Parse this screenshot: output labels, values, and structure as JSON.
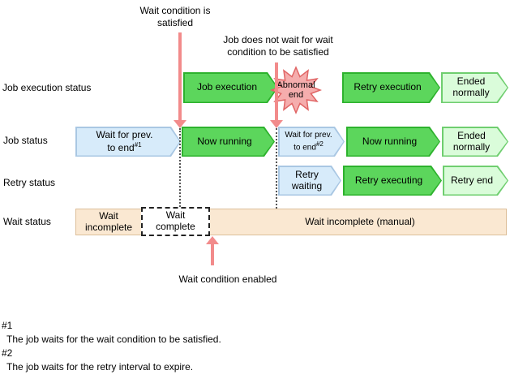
{
  "colors": {
    "green-fill": "#5cd65c",
    "green-stroke": "#2db22d",
    "lgreen-fill": "#dafcda",
    "lgreen-stroke": "#6fce6f",
    "blue-fill": "#d7ebfa",
    "blue-stroke": "#a9c7e3",
    "tan-fill": "#fae8d2",
    "tan-stroke": "#ddbf9a",
    "pink": "#f28b8b",
    "star-fill": "#f5adad",
    "star-stroke": "#e06565"
  },
  "annotations": {
    "satisfied": "Wait condition is satisfied",
    "no_wait": "Job does not wait for wait condition to be satisfied",
    "enabled": "Wait condition enabled"
  },
  "rows": {
    "job_execution_status": {
      "label": "Job execution status",
      "job_execution": "Job execution",
      "abnormal_end": "Abnormal end",
      "retry_execution": "Retry execution",
      "ended_normally": "Ended normally"
    },
    "job_status": {
      "label": "Job status",
      "wait_prev_line1": "Wait for prev.",
      "wait_prev_line2": "to end",
      "sup1": "#1",
      "sup2": "#2",
      "now_running": "Now running",
      "ended_normally": "Ended normally"
    },
    "retry_status": {
      "label": "Retry status",
      "retry_waiting": "Retry waiting",
      "retry_executing": "Retry executing",
      "retry_end": "Retry end"
    },
    "wait_status": {
      "label": "Wait status",
      "wait_incomplete": "Wait incomplete",
      "wait_complete": "Wait complete",
      "wait_incomplete_manual": "Wait incomplete (manual)"
    }
  },
  "footnotes": [
    {
      "marker": "#1",
      "text": "The job waits for the wait condition to be satisfied."
    },
    {
      "marker": "#2",
      "text": "The job waits for the retry interval to expire."
    }
  ]
}
